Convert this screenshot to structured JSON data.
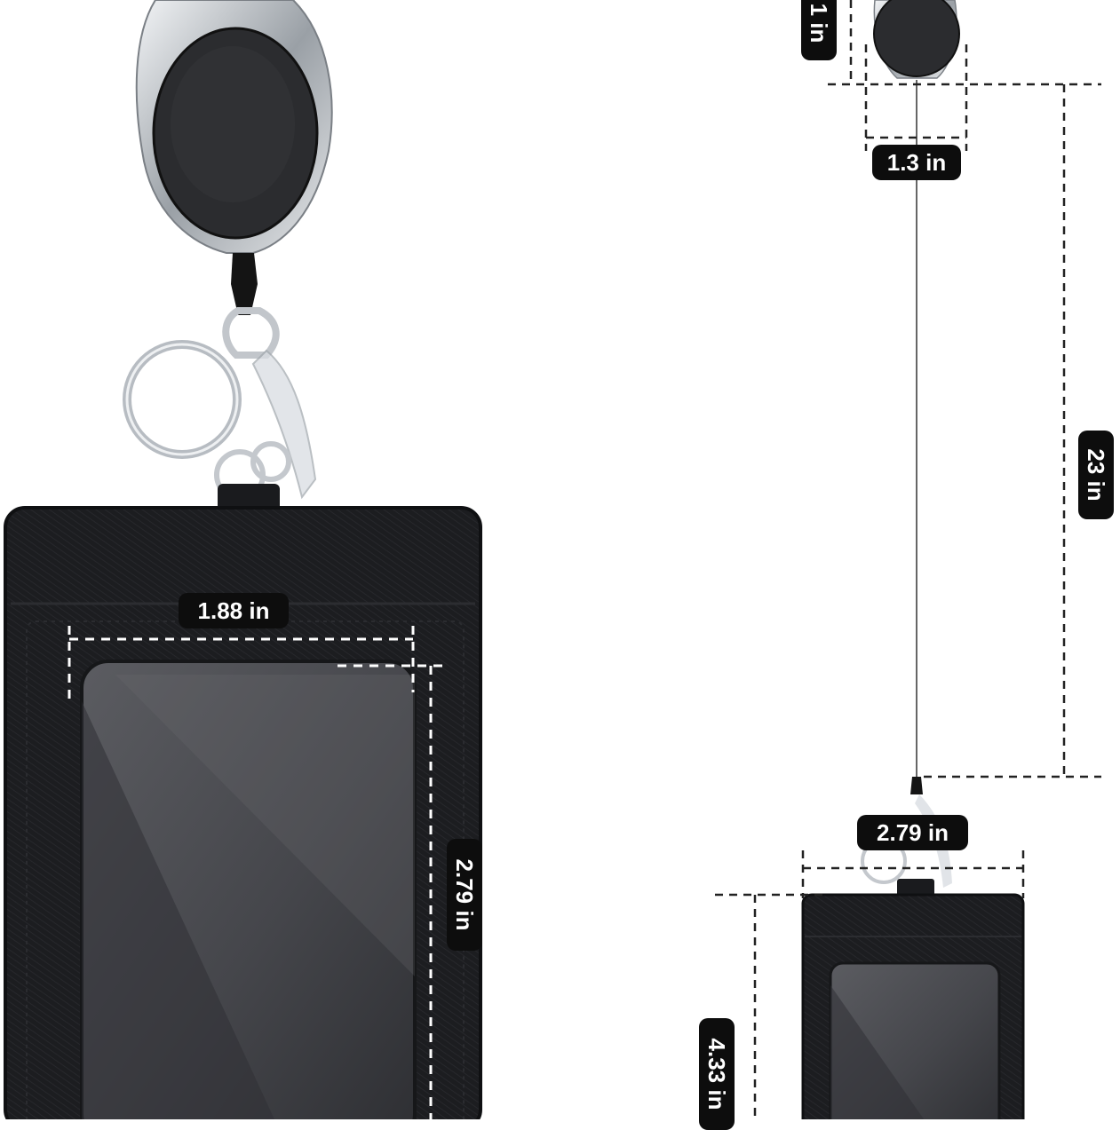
{
  "colors": {
    "background": "#ffffff",
    "leather": "#1b1c1f",
    "leather_edge": "#0f1012",
    "window": "#4a4b4f",
    "chrome": "#c9cdd2",
    "dash": "#222222",
    "label_bg": "#0d0d0d",
    "label_text": "#ffffff"
  },
  "dimensions": {
    "reel_height": "1 in",
    "reel_width": "1.3 in",
    "cord_length": "23 in",
    "holder_width_top": "2.79 in",
    "holder_height": "4.33 in",
    "window_width": "1.88 in",
    "window_height": "2.79 in"
  }
}
